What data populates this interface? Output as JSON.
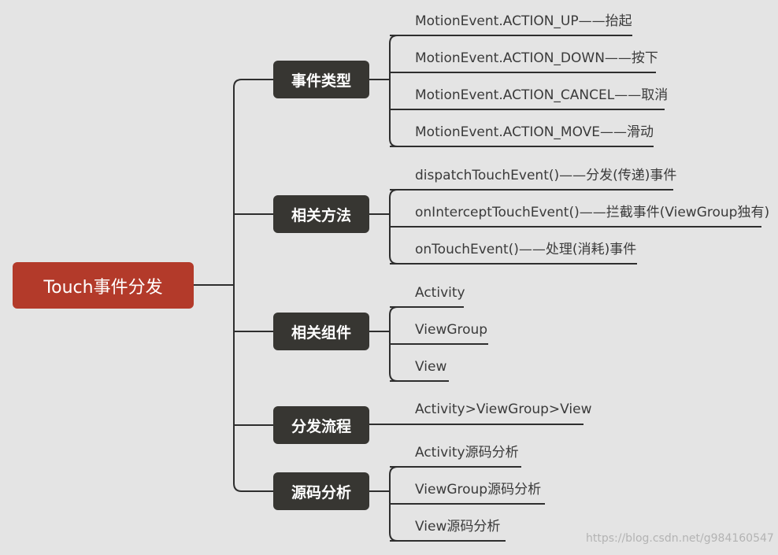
{
  "root": {
    "label": "Touch事件分发"
  },
  "branches": [
    {
      "label": "事件类型",
      "children": [
        "MotionEvent.ACTION_UP——抬起",
        "MotionEvent.ACTION_DOWN——按下",
        "MotionEvent.ACTION_CANCEL——取消",
        "MotionEvent.ACTION_MOVE——滑动"
      ]
    },
    {
      "label": "相关方法",
      "children": [
        "dispatchTouchEvent()——分发(传递)事件",
        "onInterceptTouchEvent()——拦截事件(ViewGroup独有)",
        "onTouchEvent()——处理(消耗)事件"
      ]
    },
    {
      "label": "相关组件",
      "children": [
        "Activity",
        "ViewGroup",
        "View"
      ]
    },
    {
      "label": "分发流程",
      "children": [
        "Activity>ViewGroup>View"
      ]
    },
    {
      "label": "源码分析",
      "children": [
        "Activity源码分析",
        "ViewGroup源码分析",
        "View源码分析"
      ]
    }
  ],
  "watermark": "https://blog.csdn.net/g984160547",
  "colors": {
    "root_fill": "#b33a2a",
    "branch_fill": "#373632",
    "connector": "#2e2e2e",
    "background": "#e4e4e4"
  }
}
